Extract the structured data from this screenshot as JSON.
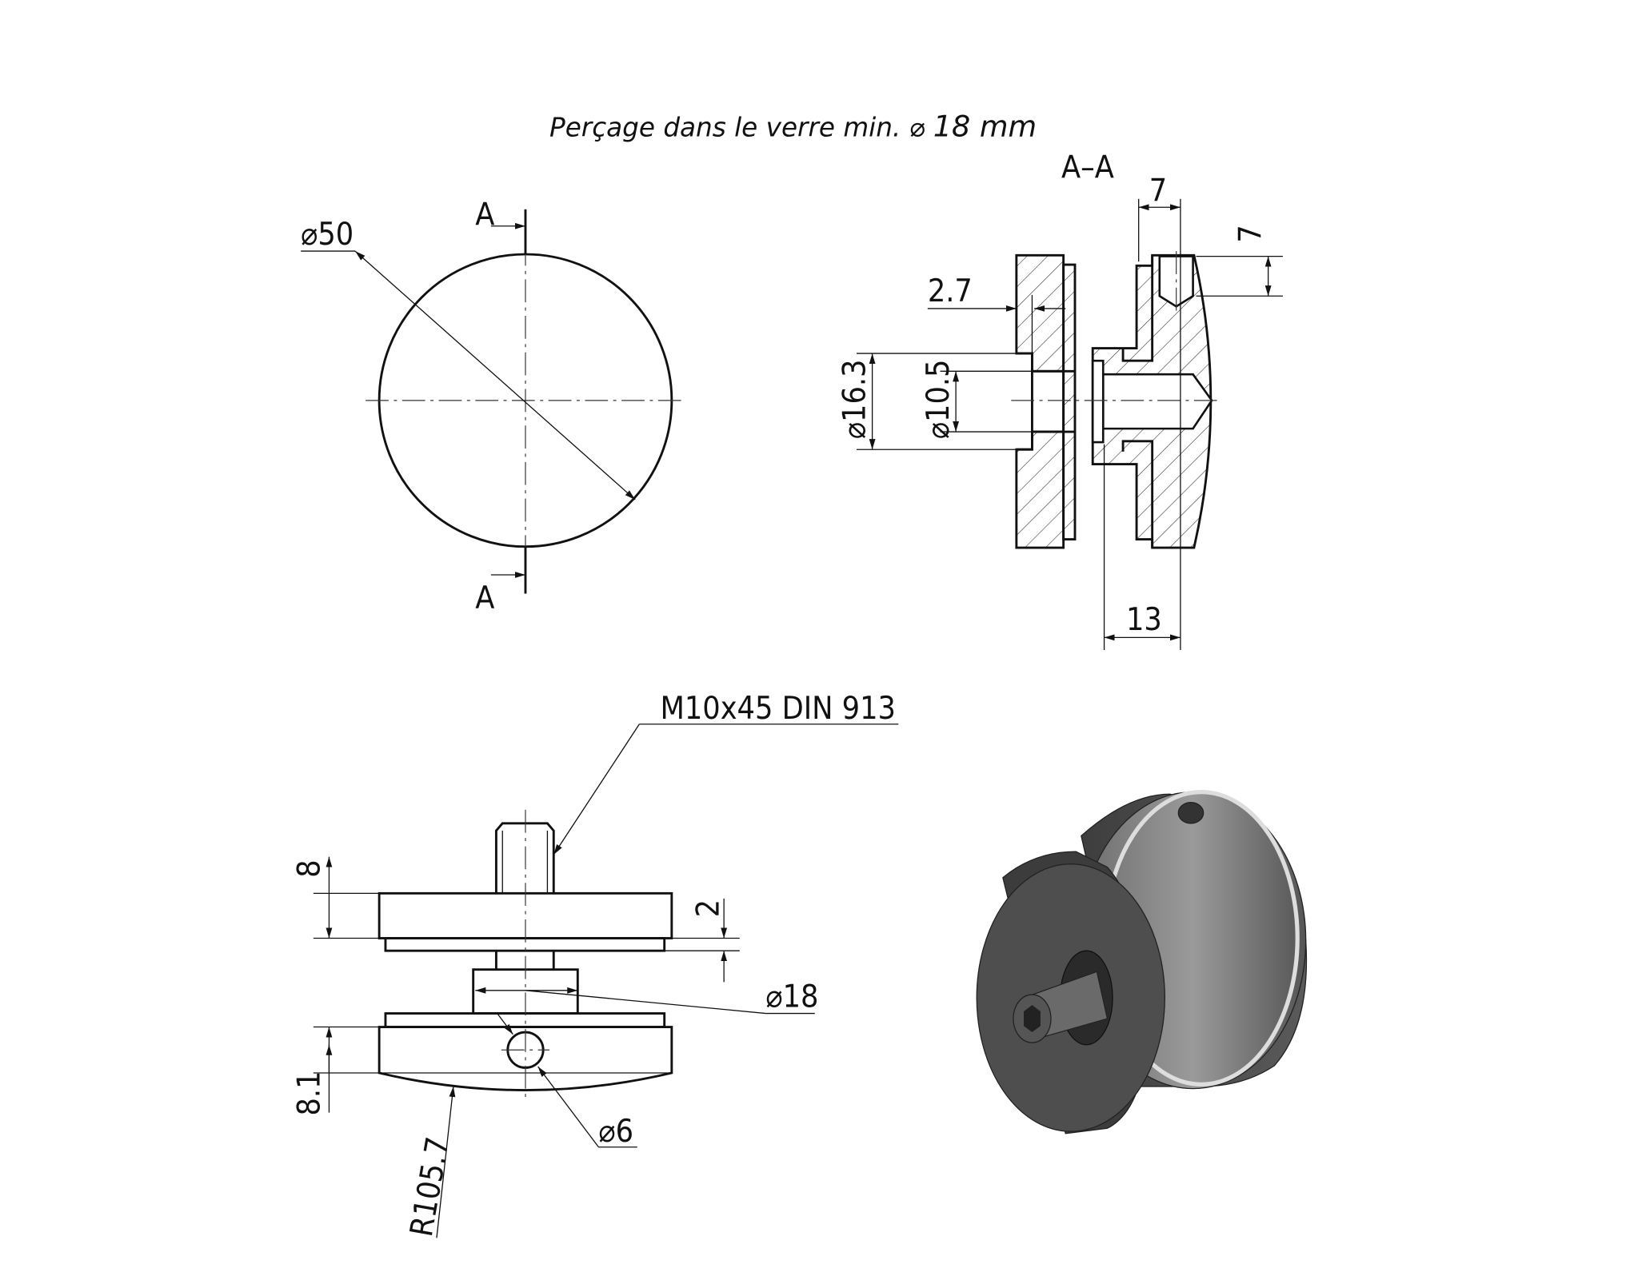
{
  "title": {
    "text": "Perçage dans le verre min.",
    "symbol": "⌀",
    "value": "18 mm"
  },
  "front_view": {
    "diameter": "⌀50",
    "section_top": "A",
    "section_bottom": "A"
  },
  "section_view": {
    "label": "A–A",
    "dims": {
      "pad": "2.7",
      "counterbore": "⌀16.3",
      "bore": "⌀10.5",
      "hole_offset": "7",
      "hole_depth": "7",
      "body_depth": "13"
    }
  },
  "side_view": {
    "screw": "M10x45 DIN 913",
    "dims": {
      "top_disk": "8",
      "gap": "2",
      "neck": "⌀18",
      "bottom_disk": "8.1",
      "hole": "⌀6",
      "radius": "R105.7"
    }
  },
  "colors": {
    "line": "#111111",
    "render_dark": "#4a4a4a",
    "render_mid": "#7a7a7a"
  }
}
